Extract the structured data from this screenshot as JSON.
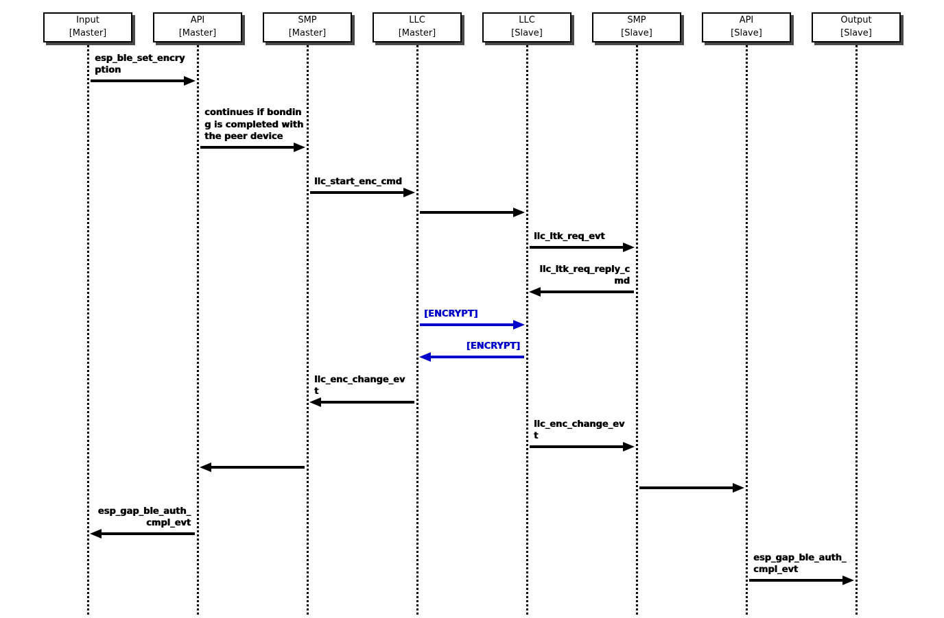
{
  "diagram": {
    "type": "sequence-diagram",
    "subject": "BLE encryption message sequence"
  },
  "actors": [
    {
      "title": "Input",
      "role": "[Master]"
    },
    {
      "title": "API",
      "role": "[Master]"
    },
    {
      "title": "SMP",
      "role": "[Master]"
    },
    {
      "title": "LLC",
      "role": "[Master]"
    },
    {
      "title": "LLC",
      "role": "[Slave]"
    },
    {
      "title": "SMP",
      "role": "[Slave]"
    },
    {
      "title": "API",
      "role": "[Slave]"
    },
    {
      "title": "Output",
      "role": "[Slave]"
    }
  ],
  "messages": [
    {
      "from": "Input [Master]",
      "to": "API [Master]",
      "label": "esp_ble_set_encry\nption",
      "direction": "right",
      "color": "#000000"
    },
    {
      "from": "API [Master]",
      "to": "SMP [Master]",
      "label": "continues if bondin\ng is completed with\nthe peer device",
      "direction": "right",
      "color": "#000000"
    },
    {
      "from": "SMP [Master]",
      "to": "LLC [Master]",
      "label": "llc_start_enc_cmd",
      "direction": "right",
      "color": "#000000"
    },
    {
      "from": "LLC [Master]",
      "to": "LLC [Slave]",
      "label": "",
      "direction": "right",
      "color": "#000000"
    },
    {
      "from": "LLC [Slave]",
      "to": "SMP [Slave]",
      "label": "llc_ltk_req_evt",
      "direction": "right",
      "color": "#000000"
    },
    {
      "from": "SMP [Slave]",
      "to": "LLC [Slave]",
      "label": "llc_ltk_req_reply_c\nmd",
      "direction": "left",
      "color": "#000000"
    },
    {
      "from": "LLC [Master]",
      "to": "LLC [Slave]",
      "label": "[ENCRYPT]",
      "direction": "right",
      "color": "#0000cc"
    },
    {
      "from": "LLC [Slave]",
      "to": "LLC [Master]",
      "label": "[ENCRYPT]",
      "direction": "left",
      "color": "#0000cc"
    },
    {
      "from": "LLC [Master]",
      "to": "SMP [Master]",
      "label": "llc_enc_change_ev\nt",
      "direction": "left",
      "color": "#000000"
    },
    {
      "from": "LLC [Slave]",
      "to": "SMP [Slave]",
      "label": "llc_enc_change_ev\nt",
      "direction": "right",
      "color": "#000000"
    },
    {
      "from": "SMP [Master]",
      "to": "API [Master]",
      "label": "",
      "direction": "left",
      "color": "#000000"
    },
    {
      "from": "SMP [Slave]",
      "to": "API [Slave]",
      "label": "",
      "direction": "right",
      "color": "#000000"
    },
    {
      "from": "API [Master]",
      "to": "Input [Master]",
      "label": "esp_gap_ble_auth_\ncmpl_evt",
      "direction": "left",
      "color": "#000000"
    },
    {
      "from": "API [Slave]",
      "to": "Output [Slave]",
      "label": "esp_gap_ble_auth_\ncmpl_evt",
      "direction": "right",
      "color": "#000000"
    }
  ],
  "colors": {
    "arrow": "#000000",
    "encrypt_arrow": "#0000cc",
    "box_border": "#000000",
    "box_shadow": "#4a4a4a",
    "background": "#ffffff"
  }
}
